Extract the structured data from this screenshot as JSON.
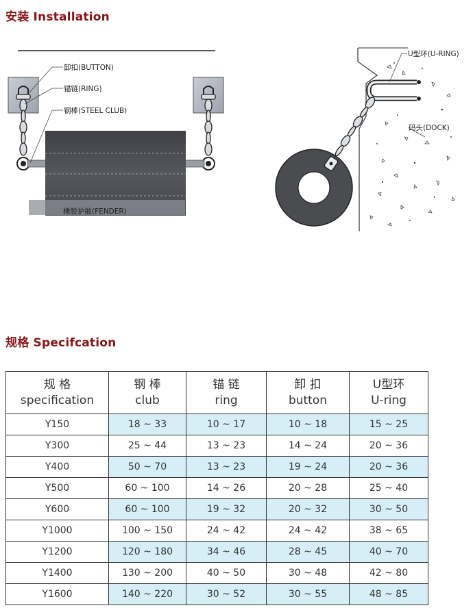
{
  "installation": {
    "title": "安装 Installation",
    "labels": {
      "button": "卸扣(BUTTON)",
      "ring": "锚链(RING)",
      "steel_club": "钢棒(STEEL CLUB)",
      "fender": "橡胶护舷(FENDER)",
      "u_ring": "U型环(U-RING)",
      "dock": "码头(DOCK)"
    }
  },
  "specification": {
    "title": "规格 Specifcation",
    "headers": [
      {
        "cn": "规 格",
        "en": "specification"
      },
      {
        "cn": "钢 棒",
        "en": "club"
      },
      {
        "cn": "锚 链",
        "en": "ring"
      },
      {
        "cn": "卸 扣",
        "en": "button"
      },
      {
        "cn": "U型环",
        "en": "U-ring"
      }
    ],
    "rows": [
      [
        "Y150",
        "18 ~ 33",
        "10 ~ 17",
        "10 ~ 18",
        "15 ~ 25"
      ],
      [
        "Y300",
        "25 ~ 44",
        "13 ~ 23",
        "14 ~ 24",
        "20 ~ 36"
      ],
      [
        "Y400",
        "50 ~ 70",
        "13 ~ 23",
        "19 ~ 24",
        "20 ~ 36"
      ],
      [
        "Y500",
        "60 ~ 100",
        "14 ~ 26",
        "20 ~ 28",
        "25 ~ 40"
      ],
      [
        "Y600",
        "60 ~ 100",
        "19 ~ 32",
        "20 ~ 32",
        "30 ~ 50"
      ],
      [
        "Y1000",
        "100 ~ 150",
        "24 ~ 42",
        "24 ~ 42",
        "38 ~ 65"
      ],
      [
        "Y1200",
        "120 ~ 180",
        "34 ~ 46",
        "28 ~ 45",
        "40 ~ 70"
      ],
      [
        "Y1400",
        "130 ~ 200",
        "40 ~ 50",
        "30 ~ 48",
        "42 ~ 80"
      ],
      [
        "Y1600",
        "140 ~ 220",
        "30 ~ 52",
        "30 ~ 55",
        "48 ~ 85"
      ]
    ]
  }
}
